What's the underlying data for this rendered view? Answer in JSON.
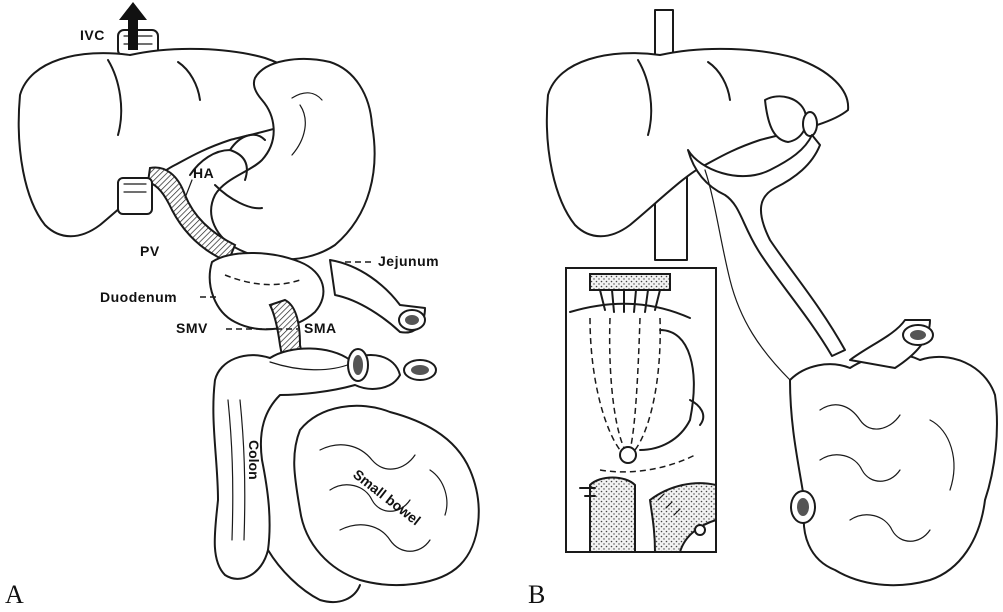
{
  "panels": {
    "a": {
      "letter": "A",
      "labels": {
        "ivc": "IVC",
        "ha": "HA",
        "pv": "PV",
        "jejunum": "Jejunum",
        "duodenum": "Duodenum",
        "smv": "SMV",
        "sma": "SMA",
        "colon": "Colon",
        "small_bowel": "Small bowel"
      }
    },
    "b": {
      "letter": "B"
    }
  }
}
